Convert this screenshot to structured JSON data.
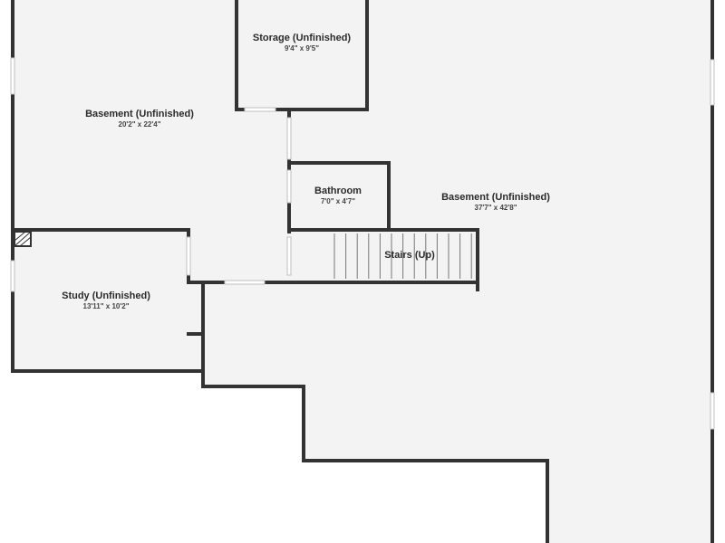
{
  "rooms": {
    "storage": {
      "name": "Storage (Unfinished)",
      "dims": "9'4\" x 9'5\""
    },
    "basement_left": {
      "name": "Basement (Unfinished)",
      "dims": "20'2\" x 22'4\""
    },
    "bathroom": {
      "name": "Bathroom",
      "dims": "7'0\" x 4'7\""
    },
    "basement_main": {
      "name": "Basement (Unfinished)",
      "dims": "37'7\" x 42'8\""
    },
    "stairs": {
      "name": "Stairs (Up)"
    },
    "study": {
      "name": "Study (Unfinished)",
      "dims": "13'11\" x 10'2\""
    }
  },
  "colors": {
    "wall": "#333333",
    "floor": "#f3f3f3",
    "opening": "#ffffff",
    "background": "#ffffff"
  }
}
